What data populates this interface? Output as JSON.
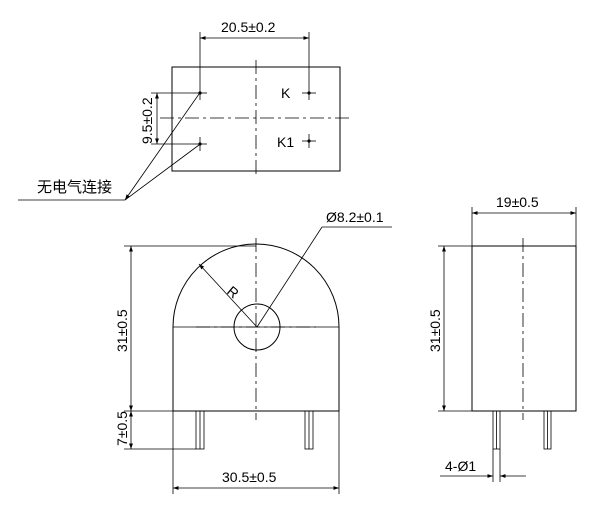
{
  "top_view": {
    "dim_pin_spacing": "20.5±0.2",
    "dim_pin_pitch": "9.5±0.2",
    "label_k": "K",
    "label_k1": "K1",
    "note_no_connection": "无电气连接"
  },
  "front_view": {
    "dim_hole_diameter": "Ø8.2±0.1",
    "label_radius": "R",
    "dim_height": "31±0.5",
    "dim_pin_length": "7±0.5",
    "dim_width": "30.5±0.5"
  },
  "side_view": {
    "dim_depth": "19±0.5",
    "dim_height": "31±0.5",
    "dim_pin_diameter": "4-Ø1"
  }
}
